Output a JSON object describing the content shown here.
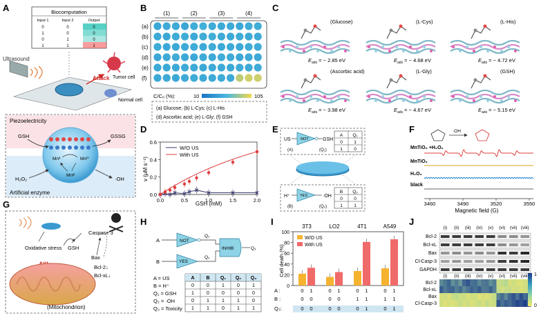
{
  "panels": {
    "A": "A",
    "B": "B",
    "C": "C",
    "D": "D",
    "E": "E",
    "F": "F",
    "G": "G",
    "H": "H",
    "I": "I",
    "J": "J"
  },
  "A": {
    "table_title": "Biocomputation",
    "headers": [
      "Input 1",
      "Input 2",
      "Output"
    ],
    "rows": [
      [
        "0",
        "0",
        "0"
      ],
      [
        "1",
        "0",
        "0"
      ],
      [
        "0",
        "1",
        "0"
      ],
      [
        "1",
        "1",
        "1"
      ]
    ],
    "ultrasound": "Ultrasound",
    "attack": "Attack",
    "tumor_cell": "Tumor cell",
    "normal_cell": "Normal cell",
    "piezo": "Piezoelectricity",
    "artificial": "Artificial enzyme",
    "gsh": "GSH",
    "gssg": "GSSG",
    "h2o2": "H₂O₂",
    "oh": "·OH",
    "mn2": "Mnᴵᴵ",
    "mn3": "Mnᴵᴵᴵ",
    "mn4": "Mnᴵⱽ"
  },
  "B": {
    "groups": [
      "(1)",
      "(2)",
      "(3)",
      "(4)"
    ],
    "row_labels": [
      "(a)",
      "(b)",
      "(c)",
      "(d)",
      "(e)",
      "(f)"
    ],
    "colorbar_label": "C/C₀ (%):",
    "cb_min": "10",
    "cb_max": "105",
    "legend_lines": [
      "(a) Glucose; (b) L-Cys; (c) L-His",
      "(d) Ascorbic acid; (e) L-Gly; (f) GSH"
    ],
    "matrix": [
      [
        55,
        58,
        57,
        54,
        60,
        62,
        58,
        56,
        57,
        55,
        59,
        60
      ],
      [
        56,
        54,
        57,
        59,
        55,
        58,
        60,
        57,
        56,
        58,
        55,
        57
      ],
      [
        58,
        56,
        55,
        57,
        59,
        56,
        58,
        55,
        57,
        56,
        58,
        59
      ],
      [
        54,
        57,
        58,
        56,
        55,
        57,
        56,
        59,
        58,
        55,
        57,
        56
      ],
      [
        57,
        55,
        56,
        58,
        57,
        55,
        57,
        56,
        55,
        58,
        56,
        58
      ],
      [
        56,
        57,
        55,
        57,
        58,
        56,
        57,
        58,
        56,
        92,
        96,
        95
      ]
    ]
  },
  "C": {
    "items": [
      {
        "name": "(Glucose)",
        "e": "= − 2.85 eV"
      },
      {
        "name": "(L-Cys)",
        "e": "= − 4.68 eV"
      },
      {
        "name": "(L-His)",
        "e": "= − 4.72 eV"
      },
      {
        "name": "(Ascorbic acid)",
        "e": "= − 3.98 eV"
      },
      {
        "name": "(L-Gly)",
        "e": "= − 4.67 eV"
      },
      {
        "name": "(GSH)",
        "e": "= − 5.15 eV"
      }
    ],
    "e_label": "E",
    "e_sub": "ads"
  },
  "chart_data": {
    "type": "line",
    "xlabel": "GSH (mM)",
    "ylabel": "v (μM s⁻¹)",
    "xlim": [
      0,
      2.0
    ],
    "ylim": [
      0,
      0.6
    ],
    "xticks": [
      "0.0",
      "0.5",
      "1.0",
      "1.5",
      "2.0"
    ],
    "yticks": [
      "0.0",
      "0.2",
      "0.4",
      "0.6"
    ],
    "legend": "top-left",
    "series": [
      {
        "name": "W/O US",
        "color": "#3a3a6e",
        "x": [
          0,
          0.1,
          0.2,
          0.3,
          0.5,
          0.6,
          0.75,
          1.0,
          1.5,
          2.0
        ],
        "y": [
          0.0,
          0.01,
          0.0,
          0.02,
          0.01,
          0.03,
          0.05,
          0.02,
          0.02,
          0.02
        ]
      },
      {
        "name": "With US",
        "color": "#e03c3c",
        "x": [
          0,
          0.1,
          0.2,
          0.3,
          0.5,
          0.6,
          0.75,
          1.0,
          1.5,
          2.0
        ],
        "y": [
          0.0,
          0.03,
          0.05,
          0.08,
          0.12,
          0.15,
          0.19,
          0.25,
          0.37,
          0.49
        ]
      }
    ]
  },
  "E": {
    "us": "US",
    "not": "NOT",
    "gsh": "GSH",
    "a": "(A)",
    "q1": "(Q₁)",
    "t1_head": [
      "A",
      "Q₁"
    ],
    "t1": [
      [
        "0",
        "1"
      ],
      [
        "1",
        "0"
      ]
    ],
    "h": "H⁺",
    "yes": "YES",
    "oh": "·OH",
    "b": "(B)",
    "q2": "(Q₂)",
    "t2_head": [
      "B",
      "Q₂"
    ],
    "t2": [
      [
        "0",
        "0"
      ],
      [
        "1",
        "1"
      ]
    ]
  },
  "F": {
    "oh_label": "·OH",
    "traces": [
      "MnTiO₃ +H₂O₂",
      "MnTiO₃",
      "H₂O₂",
      "black"
    ],
    "xlabel": "Magnetic field (G)",
    "xticks": [
      "3460",
      "3490",
      "3520",
      "3550"
    ]
  },
  "G": {
    "oxidative": "Oxidative stress",
    "gsh": "GSH",
    "caspase": "Caspase 3",
    "bax": "Bax",
    "bcl": "Bcl-2↓",
    "bclxl": "Bcl-xL↓",
    "delta": "ΔΨ↓",
    "mito": "(Mitochondrion)"
  },
  "H": {
    "a": "A",
    "b": "B",
    "not": "NOT",
    "yes": "YES",
    "inhib": "INHIB",
    "q1": "Q₁",
    "q2": "Q₂",
    "q3": "Q₃",
    "defs": [
      "A = US",
      "B = H⁺",
      "Q₁ = GSH",
      "Q₂ = ·OH",
      "Q₃ = Toxicity"
    ],
    "head": [
      "A",
      "B",
      "Q₁",
      "Q₂",
      "Q₃"
    ],
    "rows": [
      [
        "0",
        "0",
        "1",
        "0",
        "1"
      ],
      [
        "1",
        "0",
        "0",
        "0",
        "0"
      ],
      [
        "0",
        "1",
        "1",
        "1",
        "0"
      ],
      [
        "1",
        "1",
        "0",
        "1",
        "1"
      ]
    ]
  },
  "I": {
    "cells": [
      "3T3",
      "LO2",
      "4T1",
      "A549"
    ],
    "ylabel": "Cell death (%)",
    "yticks": [
      "0",
      "20",
      "40",
      "60",
      "80",
      "100"
    ],
    "legend": [
      "W/O US",
      "With US"
    ],
    "values": [
      [
        22,
        33
      ],
      [
        16,
        25
      ],
      [
        27,
        81
      ],
      [
        32,
        86
      ]
    ],
    "a_row": [
      "0",
      "1",
      "0",
      "1",
      "0",
      "1",
      "0",
      "1"
    ],
    "b_row": [
      "0",
      "0",
      "0",
      "0",
      "1",
      "1",
      "1",
      "1"
    ],
    "q3_row": [
      "0",
      "0",
      "0",
      "0",
      "0",
      "1",
      "0",
      "1"
    ],
    "a_label": "A :",
    "b_label": "B :",
    "q3_label": "Q₃:"
  },
  "J": {
    "cols": [
      "(i)",
      "(ii)",
      "(iii)",
      "(iv)",
      "(v)",
      "(vi)",
      "(vii)",
      "(viii)"
    ],
    "blot_labels": [
      "Bcl-2",
      "Bcl-xL",
      "Bax",
      "Cl-Casp-3",
      "GAPDH"
    ],
    "heat_labels": [
      "Bcl-2",
      "Bcl-xL",
      "Bax",
      "Cl-Casp-3"
    ],
    "cb_max": "1",
    "cb_min": "0"
  }
}
